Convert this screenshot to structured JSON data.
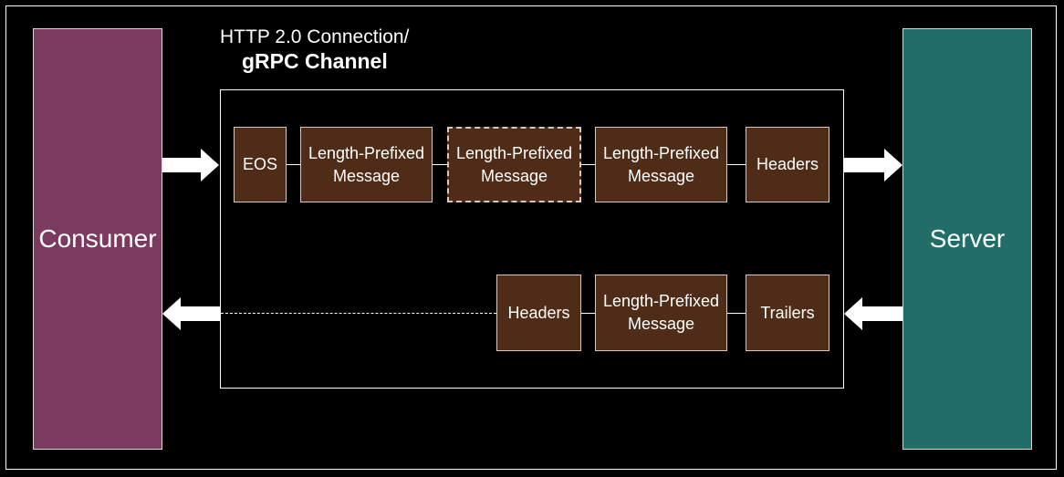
{
  "consumer": {
    "label": "Consumer",
    "color": "#7d3a60"
  },
  "server": {
    "label": "Server",
    "color": "#216e68"
  },
  "channel": {
    "title_line1": "HTTP 2.0 Connection/",
    "title_line2": "gRPC Channel"
  },
  "request_frames": [
    {
      "label": "EOS"
    },
    {
      "label": "Length-Prefixed Message"
    },
    {
      "label": "Length-Prefixed Message",
      "dashed": true
    },
    {
      "label": "Length-Prefixed Message"
    },
    {
      "label": "Headers"
    }
  ],
  "response_frames": [
    {
      "label": "Headers"
    },
    {
      "label": "Length-Prefixed Message"
    },
    {
      "label": "Trailers"
    }
  ],
  "colors": {
    "frame_fill": "#4e2c18",
    "background": "#000000",
    "line": "#ffffff"
  },
  "icons": [
    "arrow-right-icon",
    "arrow-left-icon"
  ]
}
